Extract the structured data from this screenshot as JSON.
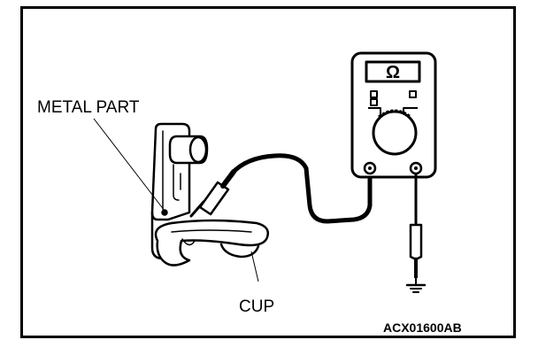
{
  "labels": {
    "metal_part": "METAL PART",
    "cup": "CUP",
    "meter_symbol": "Ω",
    "figure_code": "ACX01600AB"
  },
  "colors": {
    "ink": "#000000",
    "paper": "#ffffff"
  },
  "icons": {
    "meter": "ohmmeter-icon",
    "ground": "ground-icon"
  }
}
